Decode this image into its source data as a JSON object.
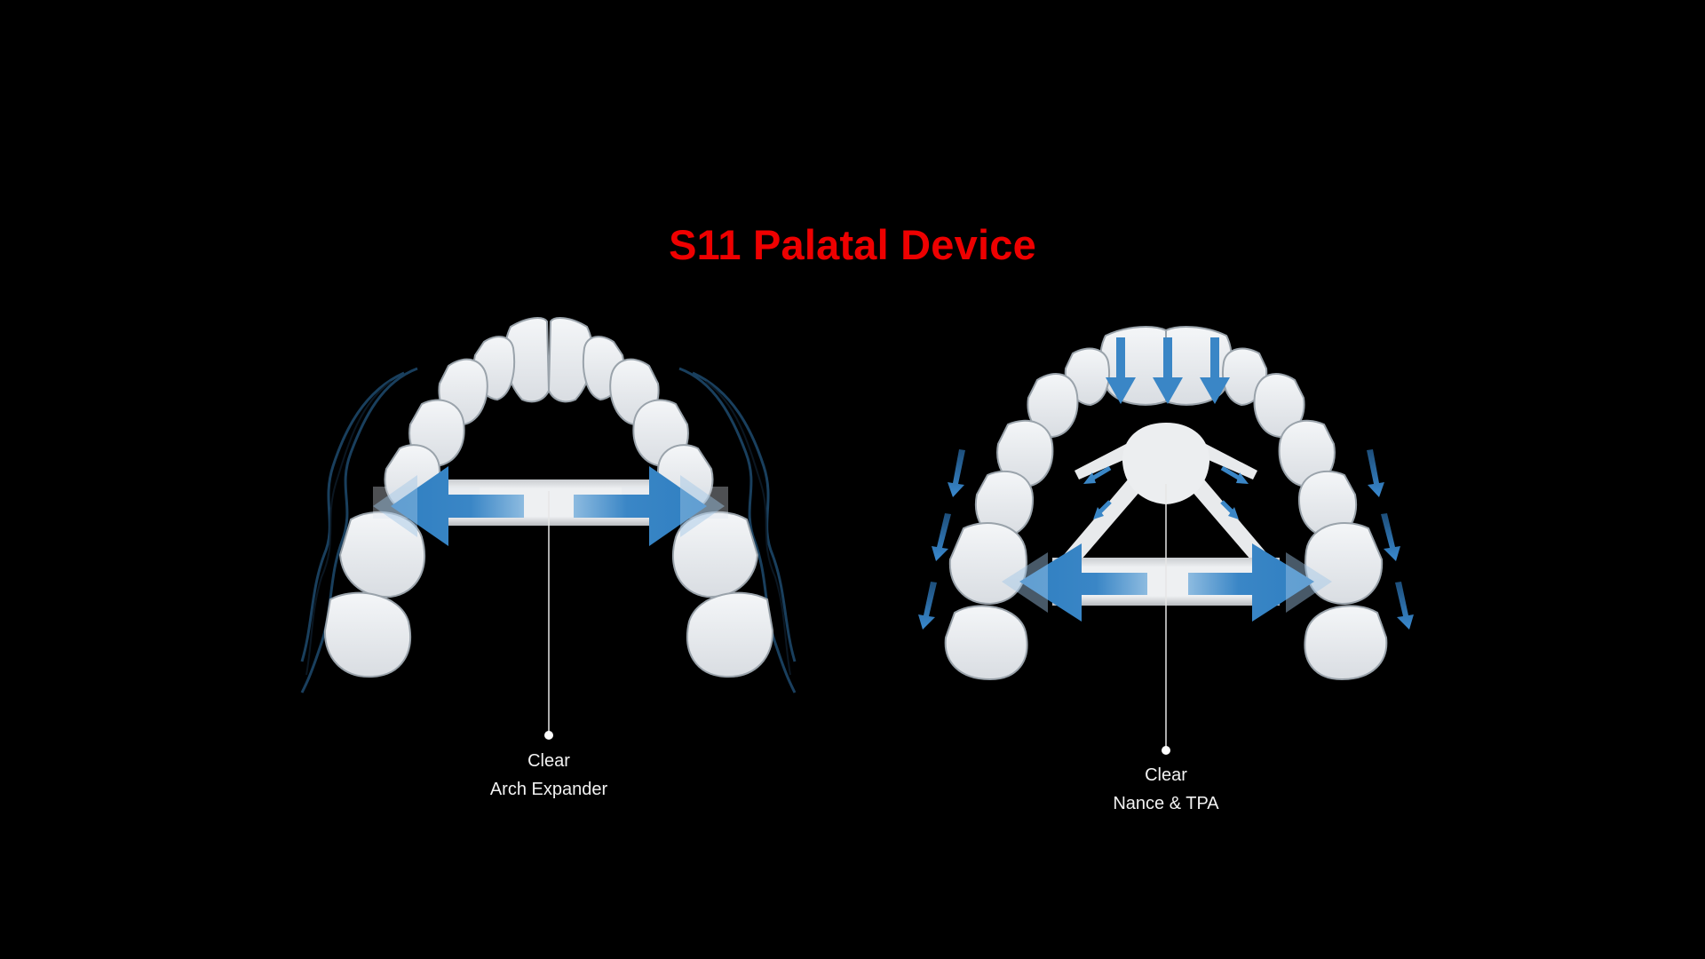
{
  "title": "S11 Palatal Device",
  "colors": {
    "background": "#000000",
    "title": "#ee0000",
    "arrow_blue": "#3a86c6",
    "aligner_white": "#e9ecef",
    "label_text": "#f2f2f2",
    "vibration_line": "#1e4a6e"
  },
  "devices": [
    {
      "id": "arch-expander",
      "label_line1": "Clear",
      "label_line2": "Arch Expander",
      "arrows": [
        "expansion-left",
        "expansion-right"
      ]
    },
    {
      "id": "nance-tpa",
      "label_line1": "Clear",
      "label_line2": "Nance & TPA",
      "arrows": [
        "expansion-left",
        "expansion-right",
        "anterior-down x3",
        "side-down x6",
        "strut-diagonal x4"
      ]
    }
  ]
}
